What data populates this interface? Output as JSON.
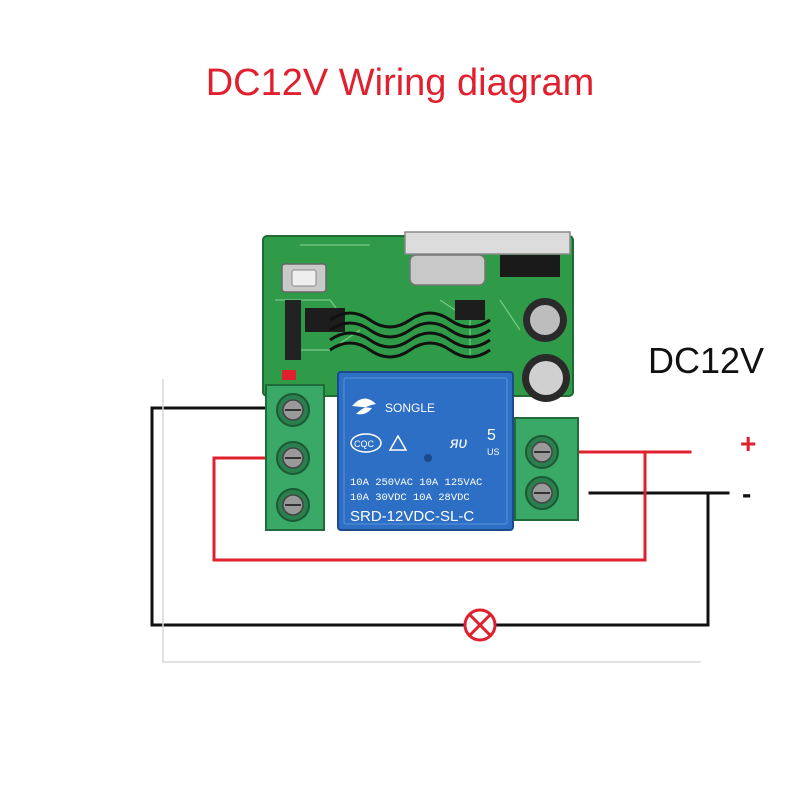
{
  "title": "DC12V Wiring diagram",
  "power_label": "DC12V",
  "terminal_plus": "+",
  "terminal_minus": "-",
  "relay": {
    "brand": "SONGLE",
    "number": "5",
    "number_suffix": "US",
    "cqc": "CQC",
    "rating_line_1": "10A 250VAC  10A 125VAC",
    "rating_line_2": "10A 30VDC  10A 28VDC",
    "model": "SRD-12VDC-SL-C"
  },
  "colors": {
    "title": "#e0202e",
    "positive_wire": "#e0202e",
    "negative_wire": "#111111",
    "pcb": "#2f9a48",
    "relay_body": "#2d6fc4",
    "terminal_block": "#3aa866"
  },
  "icons": [
    "lamp-icon"
  ]
}
